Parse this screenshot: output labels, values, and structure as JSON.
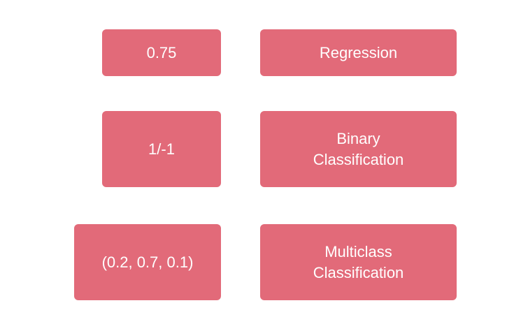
{
  "rows": [
    {
      "output": "0.75",
      "task": "Regression"
    },
    {
      "output": "1/-1",
      "task": "Binary\nClassification"
    },
    {
      "output": "(0.2, 0.7, 0.1)",
      "task": "Multiclass\nClassification"
    }
  ],
  "colors": {
    "box_fill": "#e26a79",
    "box_text": "#ffffff",
    "background": "#ffffff"
  }
}
